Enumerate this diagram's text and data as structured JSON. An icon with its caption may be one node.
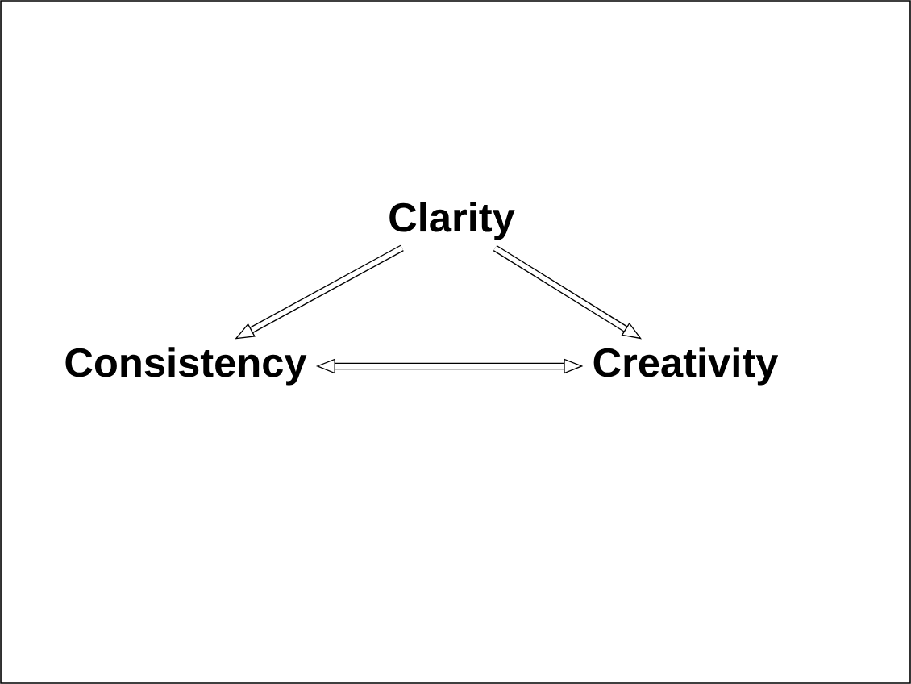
{
  "diagram": {
    "nodes": [
      {
        "text": [
          "Clarity"
        ]
      },
      {
        "text": [
          "Consistency"
        ]
      },
      {
        "text": [
          "Creativity"
        ]
      }
    ],
    "edges": [
      {
        "from": 0,
        "to": 1,
        "arrow": "to"
      },
      {
        "from": 0,
        "to": 2,
        "arrow": "to"
      },
      {
        "from": 1,
        "to": 2,
        "arrow": "both"
      }
    ]
  }
}
